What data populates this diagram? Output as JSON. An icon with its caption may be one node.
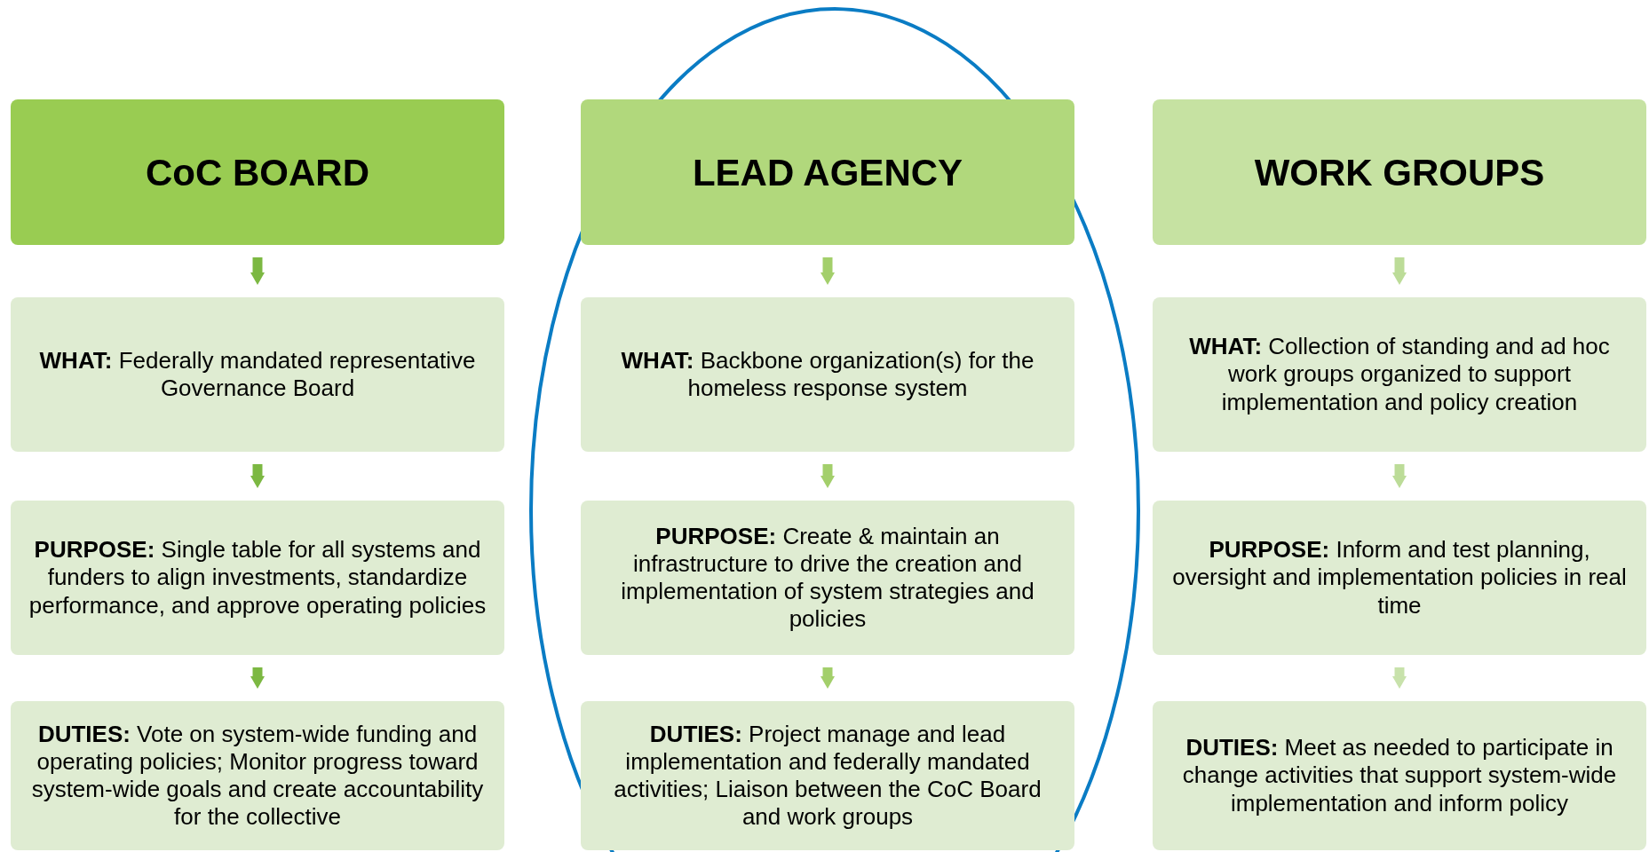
{
  "diagram": {
    "nodes": [
      {
        "text": [
          "CoC BOARD"
        ]
      },
      {
        "text": [
          "LEAD AGENCY"
        ]
      },
      {
        "text": [
          "WORK GROUPS"
        ]
      },
      {
        "text": [
          "**WHAT:** Federally mandated representative Governance Board"
        ]
      },
      {
        "text": [
          "**WHAT:** Backbone organization(s) for the homeless response system"
        ]
      },
      {
        "text": [
          "**WHAT:** Collection of standing and ad hoc work groups organized to support implementation and policy creation"
        ]
      },
      {
        "text": [
          "**PURPOSE:** Single table for all systems and funders to align investments, standardize performance, and approve operating policies"
        ]
      },
      {
        "text": [
          "**PURPOSE:** Create & maintain an infrastructure to drive the creation and implementation of system strategies and policies"
        ]
      },
      {
        "text": [
          "**PURPOSE:** Inform and test planning, oversight and implementation policies in real time"
        ]
      },
      {
        "text": [
          "**DUTIES:** Vote on system-wide funding and operating policies; Monitor progress toward system-wide goals and create accountability for the collective"
        ]
      },
      {
        "text": [
          "**DUTIES:** Project manage and lead implementation and federally mandated activities; Liaison between the CoC Board and work groups"
        ]
      },
      {
        "text": [
          "**DUTIES:** Meet as needed to participate in change activities that support system-wide implementation and inform policy"
        ]
      }
    ],
    "edges": [
      {
        "from": 0,
        "to": 3,
        "arrow": "to",
        "color": "#7cb842"
      },
      {
        "from": 3,
        "to": 6,
        "arrow": "to",
        "color": "#7cb842"
      },
      {
        "from": 6,
        "to": 9,
        "arrow": "to",
        "color": "#7cb842"
      },
      {
        "from": 1,
        "to": 4,
        "arrow": "to",
        "color": "#a3cf6b"
      },
      {
        "from": 4,
        "to": 7,
        "arrow": "to",
        "color": "#a3cf6b"
      },
      {
        "from": 7,
        "to": 10,
        "arrow": "to",
        "color": "#a3cf6b"
      },
      {
        "from": 2,
        "to": 5,
        "arrow": "to",
        "color": "#bcdc98"
      },
      {
        "from": 5,
        "to": 8,
        "arrow": "to",
        "color": "#bcdc98"
      },
      {
        "from": 8,
        "to": 11,
        "arrow": "to",
        "color": "#c8e2ab"
      }
    ]
  }
}
